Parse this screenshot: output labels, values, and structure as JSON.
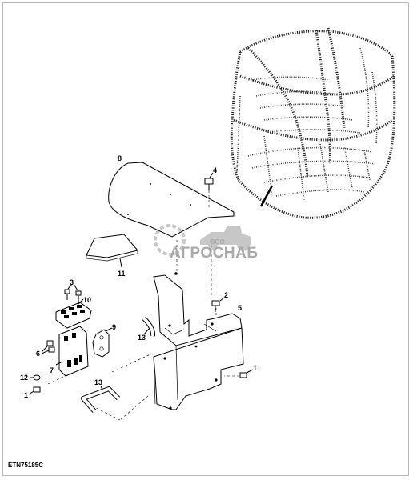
{
  "diagram": {
    "figure_code": "ETN75185C",
    "callouts": [
      {
        "id": "c8",
        "text": "8"
      },
      {
        "id": "c4",
        "text": "4"
      },
      {
        "id": "c11",
        "text": "11"
      },
      {
        "id": "c3",
        "text": "3"
      },
      {
        "id": "c10",
        "text": "10"
      },
      {
        "id": "c2",
        "text": "2"
      },
      {
        "id": "c5",
        "text": "5"
      },
      {
        "id": "c9",
        "text": "9"
      },
      {
        "id": "c13a",
        "text": "13"
      },
      {
        "id": "c6",
        "text": "6"
      },
      {
        "id": "c7",
        "text": "7"
      },
      {
        "id": "c1a",
        "text": "1"
      },
      {
        "id": "c12",
        "text": "12"
      },
      {
        "id": "c13b",
        "text": "13"
      },
      {
        "id": "c1b",
        "text": "1"
      }
    ]
  },
  "watermark": {
    "brand": "АГРОСНАБ",
    "prefix": "ООО",
    "color": "#a9a9a9"
  }
}
